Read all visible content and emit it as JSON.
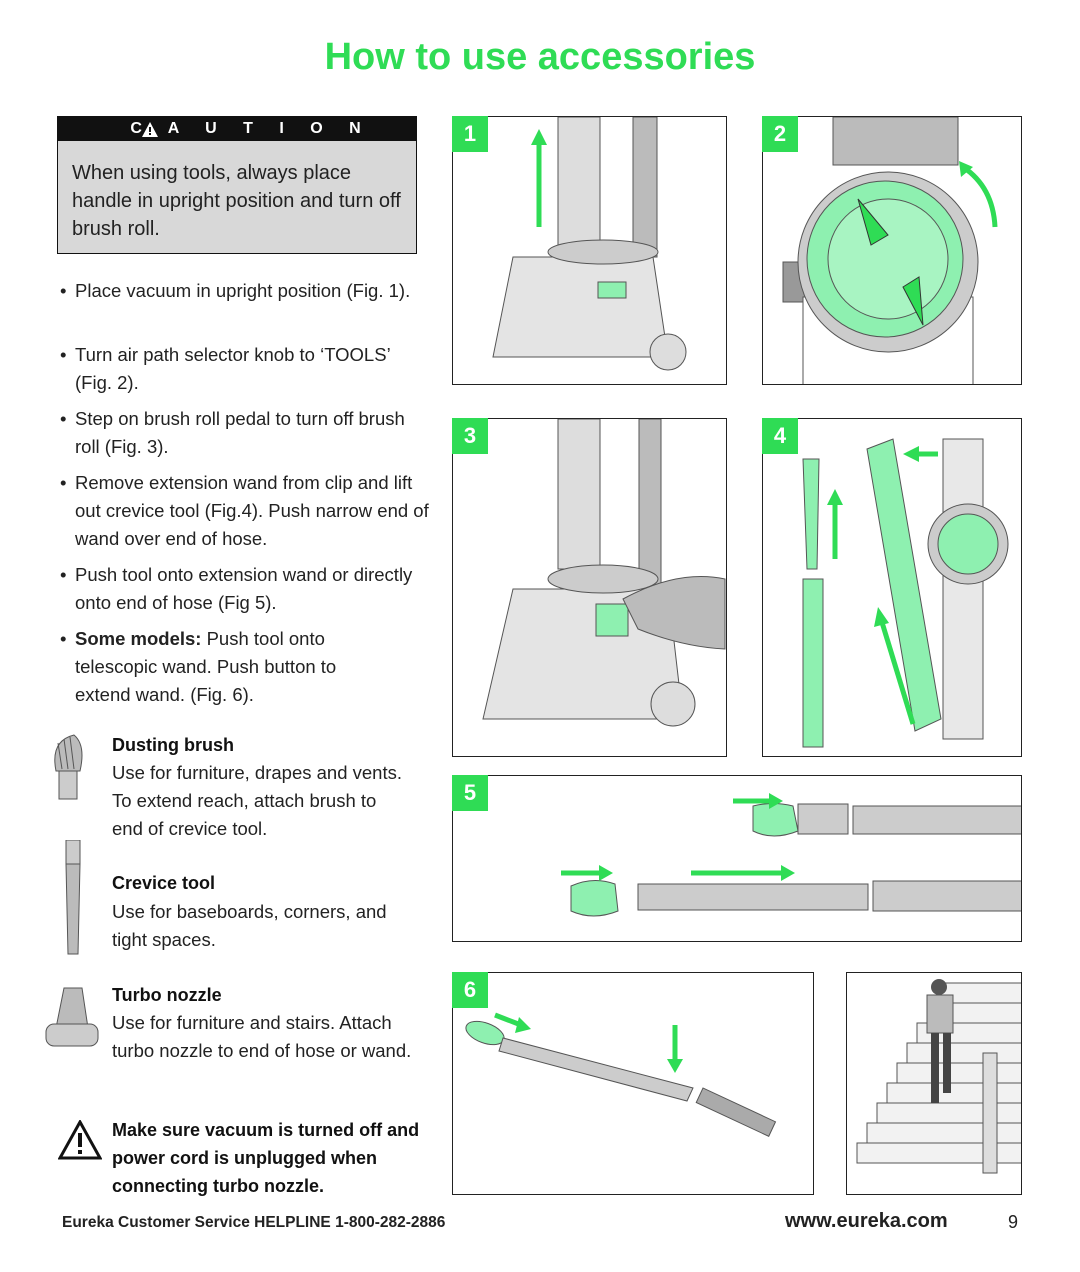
{
  "title": "How to use accessories",
  "caution": {
    "label": "C A U T I O N",
    "text": "When using tools, always place handle in upright position and turn off brush roll."
  },
  "bullets": [
    "Place vacuum in upright position (Fig. 1).",
    "Turn air path selector knob to ‘TOOLS’ (Fig. 2).",
    "Step on brush roll pedal to turn off brush roll (Fig. 3).",
    "Remove extension wand from clip and lift out crevice tool (Fig.4). Push narrow end of wand over end of hose.",
    "Push tool onto extension wand or directly onto end of hose (Fig 5)."
  ],
  "bullet_some_models": {
    "lead": "Some models:",
    "rest": " Push tool onto telescopic wand. Push button to extend wand. (Fig. 6)."
  },
  "accessories": [
    {
      "icon": "dusting-brush-icon",
      "title": "Dusting brush",
      "text": "Use for furniture, drapes and vents. To extend reach, attach brush to end of crevice tool."
    },
    {
      "icon": "crevice-tool-icon",
      "title": "Crevice tool",
      "text": "Use for baseboards, corners, and tight spaces."
    },
    {
      "icon": "turbo-nozzle-icon",
      "title": "Turbo nozzle",
      "text": "Use for furniture and stairs. Attach turbo nozzle to end of hose or wand."
    }
  ],
  "warning": "Make sure vacuum is turned off and power cord is unplugged when connecting turbo nozzle.",
  "figures": [
    "1",
    "2",
    "3",
    "4",
    "5",
    "6"
  ],
  "footer": {
    "helpline": "Eureka Customer Service HELPLINE 1-800-282-2886",
    "url": "www.eureka.com",
    "page": "9"
  },
  "colors": {
    "accent": "#2fdc55",
    "illustration_green": "#8ef0b0",
    "caution_bg": "#d8d8d8"
  }
}
